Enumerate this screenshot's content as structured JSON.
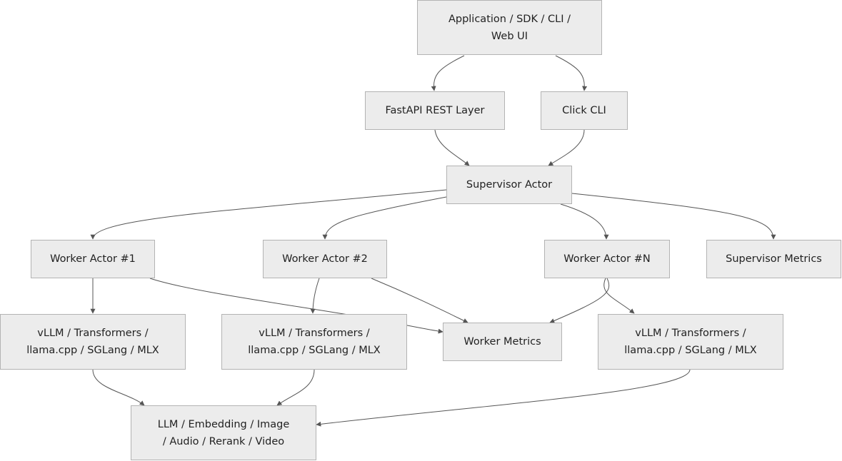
{
  "diagram": {
    "colors": {
      "node_fill": "#ececec",
      "node_border": "#b3b3b3",
      "edge": "#555555",
      "text": "#222222"
    },
    "nodes": {
      "app": {
        "label": "Application / SDK / CLI /\nWeb UI"
      },
      "fastapi": {
        "label": "FastAPI REST Layer"
      },
      "click": {
        "label": "Click CLI"
      },
      "supervisor": {
        "label": "Supervisor Actor"
      },
      "worker1": {
        "label": "Worker Actor #1"
      },
      "worker2": {
        "label": "Worker Actor #2"
      },
      "workerN": {
        "label": "Worker Actor #N"
      },
      "sup_metrics": {
        "label": "Supervisor Metrics"
      },
      "backend1": {
        "label": "vLLM / Transformers /\nllama.cpp / SGLang / MLX"
      },
      "backend2": {
        "label": "vLLM / Transformers /\nllama.cpp / SGLang / MLX"
      },
      "worker_metrics": {
        "label": "Worker Metrics"
      },
      "backendN": {
        "label": "vLLM / Transformers /\nllama.cpp / SGLang / MLX"
      },
      "model_types": {
        "label": "LLM / Embedding / Image\n/ Audio / Rerank / Video"
      }
    },
    "edges": [
      {
        "from": "app",
        "to": "fastapi"
      },
      {
        "from": "app",
        "to": "click"
      },
      {
        "from": "fastapi",
        "to": "supervisor"
      },
      {
        "from": "click",
        "to": "supervisor"
      },
      {
        "from": "supervisor",
        "to": "worker1"
      },
      {
        "from": "supervisor",
        "to": "worker2"
      },
      {
        "from": "supervisor",
        "to": "workerN"
      },
      {
        "from": "supervisor",
        "to": "sup_metrics"
      },
      {
        "from": "worker1",
        "to": "backend1"
      },
      {
        "from": "worker1",
        "to": "worker_metrics"
      },
      {
        "from": "worker2",
        "to": "backend2"
      },
      {
        "from": "worker2",
        "to": "worker_metrics"
      },
      {
        "from": "workerN",
        "to": "worker_metrics"
      },
      {
        "from": "workerN",
        "to": "backendN"
      },
      {
        "from": "backend1",
        "to": "model_types"
      },
      {
        "from": "backend2",
        "to": "model_types"
      },
      {
        "from": "backendN",
        "to": "model_types"
      }
    ]
  }
}
